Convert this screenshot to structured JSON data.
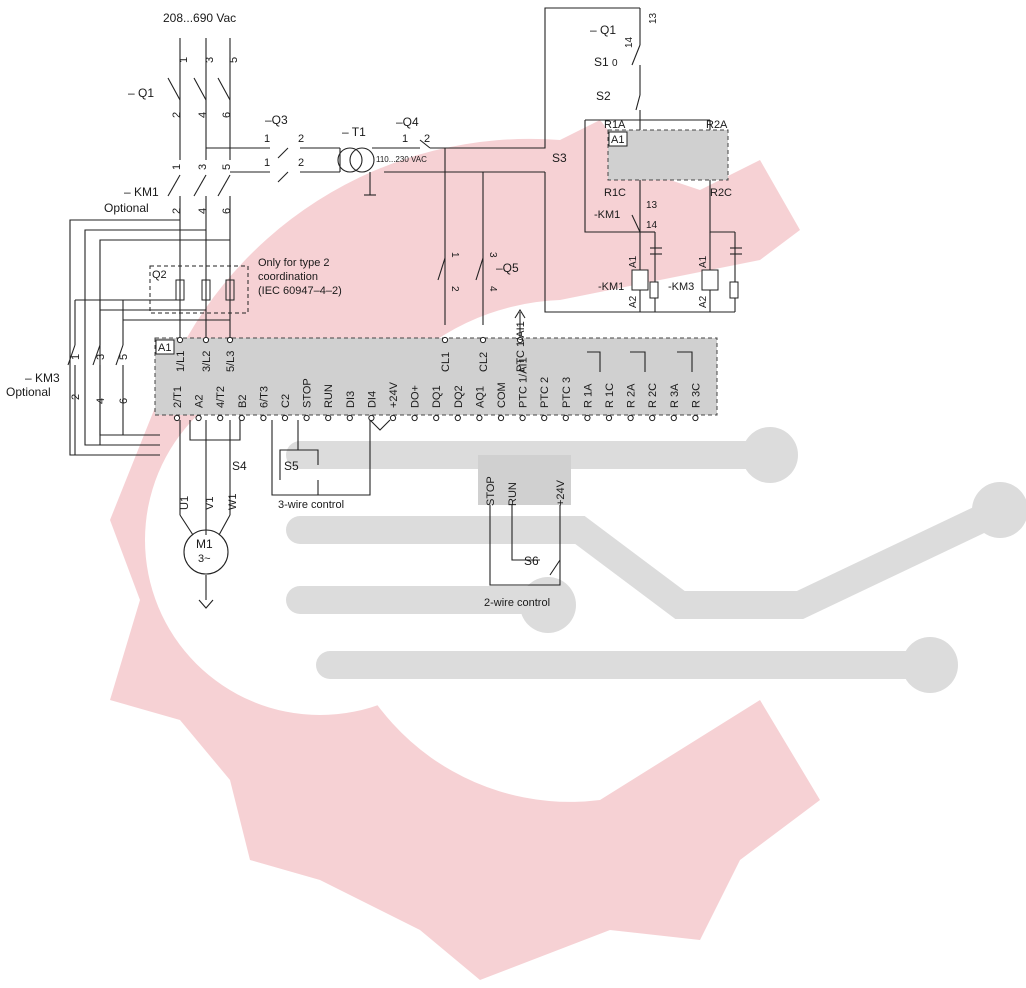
{
  "colors": {
    "watermark_red": "#f4c9cc",
    "watermark_gray": "#dcdcdc",
    "box_fill": "#d0d0d0",
    "line": "#222222"
  },
  "watermark": {
    "icon": "gear-circuit-logo-icon"
  },
  "supply": {
    "voltage": "208...690 Vac",
    "phase_numbers": [
      "1",
      "3",
      "5"
    ]
  },
  "q1": {
    "label": "– Q1",
    "terms_out": [
      "2",
      "4",
      "6"
    ]
  },
  "km1": {
    "label": "– KM1",
    "optional": "Optional",
    "terms_in": [
      "1",
      "3",
      "5"
    ],
    "terms_out": [
      "2",
      "4",
      "6"
    ]
  },
  "q2": {
    "label": "Q2",
    "note": [
      "Only for type 2",
      "coordination",
      "(IEC 60947–4–2)"
    ]
  },
  "km3": {
    "label": "– KM3",
    "optional": "Optional",
    "terms_in": [
      "1",
      "3",
      "5"
    ],
    "terms_out": [
      "2",
      "4",
      "6"
    ]
  },
  "q3": {
    "label": "–Q3",
    "t1": "1",
    "t2": "2"
  },
  "t1": {
    "label": "– T1",
    "secondary": "110...230 VAC"
  },
  "q4": {
    "label": "–Q4",
    "t1": "1",
    "t2": "2"
  },
  "q5": {
    "label": "–Q5",
    "terms": [
      "1",
      "3",
      "2",
      "4"
    ]
  },
  "a1": {
    "label": "A1",
    "top_terminals": [
      "1/L1",
      "3/L2",
      "5/L3"
    ],
    "cl_terminals": [
      "CL1",
      "CL2",
      "PTC 1/AI1"
    ],
    "bottom_terminals": [
      "2/T1",
      "A2",
      "4/T2",
      "B2",
      "6/T3",
      "C2",
      "STOP",
      "RUN",
      "DI3",
      "DI4",
      "+24V",
      "DO+",
      "DQ1",
      "DQ2",
      "AQ1",
      "COM",
      "PTC 1/AI1",
      "PTC 2",
      "PTC 3",
      "R 1A",
      "R 1C",
      "R 2A",
      "R 2C",
      "R 3A",
      "R 3C"
    ]
  },
  "motor": {
    "label": "M1",
    "phase": "3~",
    "terms": [
      "U1",
      "V1",
      "W1"
    ]
  },
  "three_wire": {
    "title": "3-wire control",
    "s4": "S4",
    "s5": "S5"
  },
  "two_wire": {
    "title": "2-wire control",
    "terminals": [
      "STOP",
      "RUN",
      "+24V"
    ],
    "s6": "S6"
  },
  "control_circuit": {
    "q1": "– Q1",
    "q1_terms": [
      "13",
      "14"
    ],
    "s1": "S1",
    "s1_term": "0",
    "s2": "S2",
    "r1a": "R1A",
    "r2a": "R2A",
    "r1c": "R1C",
    "r2c": "R2C",
    "a1": "A1",
    "s3": "S3",
    "km1_contact": "-KM1",
    "km1_terms": [
      "13",
      "14"
    ],
    "coil1": "-KM1",
    "coil2": "-KM3",
    "coil_a1": "A1",
    "coil_a2": "A2"
  }
}
